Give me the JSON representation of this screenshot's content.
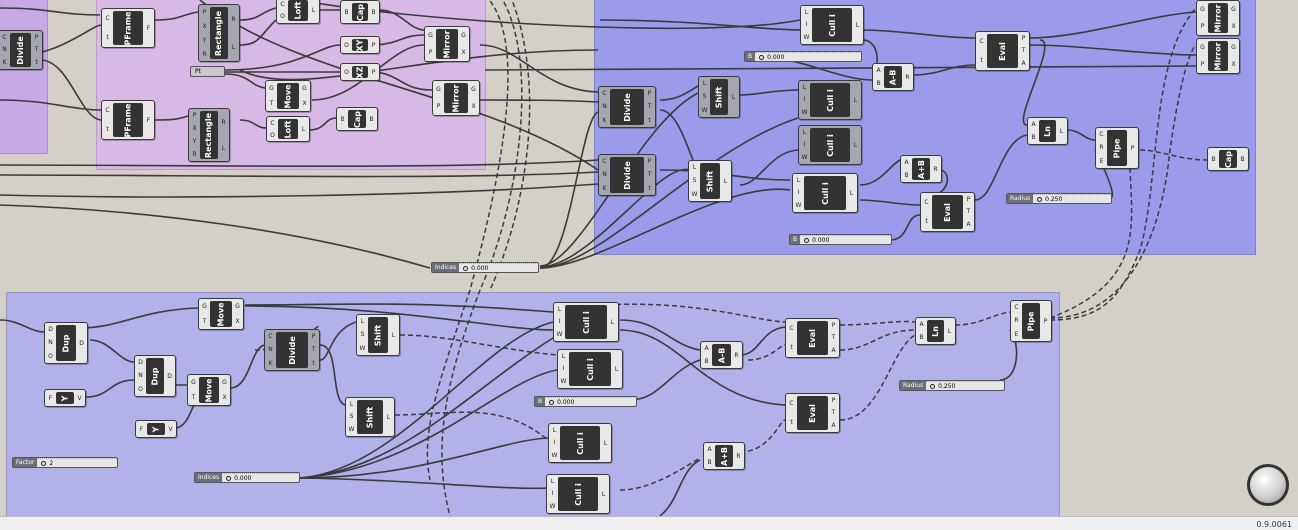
{
  "colors": {
    "canvas": "#d4d0c8",
    "group_violet": "#c7a9e6",
    "group_pink": "#d8b8e4",
    "group_blue": "#9a9ceb",
    "group_lavender": "#b3b1ea"
  },
  "components": [
    {
      "id": "c_divide_l",
      "name": "Divide",
      "inputs": [
        "C",
        "N",
        "K"
      ],
      "outputs": [
        "P",
        "T",
        "t"
      ],
      "dark": true
    },
    {
      "id": "c_pframe1",
      "name": "PFrame",
      "inputs": [
        "C",
        "t"
      ],
      "outputs": [
        "F"
      ]
    },
    {
      "id": "c_rect1",
      "name": "Rectangle",
      "inputs": [
        "P",
        "X",
        "Y",
        "R"
      ],
      "outputs": [
        "R",
        "L"
      ],
      "dark": true
    },
    {
      "id": "c_loft1",
      "name": "Loft",
      "inputs": [
        "C",
        "O"
      ],
      "outputs": [
        "L"
      ]
    },
    {
      "id": "c_cap1",
      "name": "Cap",
      "inputs": [
        "B"
      ],
      "outputs": [
        "B"
      ]
    },
    {
      "id": "c_xy",
      "name": "XY",
      "inputs": [
        "O"
      ],
      "outputs": [
        "P"
      ]
    },
    {
      "id": "c_mirror1",
      "name": "Mirror",
      "inputs": [
        "G",
        "P"
      ],
      "outputs": [
        "G",
        "X"
      ]
    },
    {
      "id": "c_xz",
      "name": "XZ",
      "inputs": [
        "O"
      ],
      "outputs": [
        "P"
      ]
    },
    {
      "id": "c_pframe2",
      "name": "PFrame",
      "inputs": [
        "C",
        "t"
      ],
      "outputs": [
        "F"
      ]
    },
    {
      "id": "c_rect2",
      "name": "Rectangle",
      "inputs": [
        "P",
        "X",
        "Y",
        "R"
      ],
      "outputs": [
        "R",
        "L"
      ],
      "dark": true
    },
    {
      "id": "c_move1",
      "name": "Move",
      "inputs": [
        "G",
        "T"
      ],
      "outputs": [
        "G",
        "X"
      ]
    },
    {
      "id": "c_mirror2",
      "name": "Mirror",
      "inputs": [
        "G",
        "P"
      ],
      "outputs": [
        "G",
        "X"
      ]
    },
    {
      "id": "c_loft2",
      "name": "Loft",
      "inputs": [
        "C",
        "O"
      ],
      "outputs": [
        "L"
      ]
    },
    {
      "id": "c_cap2",
      "name": "Cap",
      "inputs": [
        "B"
      ],
      "outputs": [
        "B"
      ]
    },
    {
      "id": "c_culli1",
      "name": "Cull i",
      "inputs": [
        "L",
        "I",
        "W"
      ],
      "outputs": [
        "L"
      ]
    },
    {
      "id": "c_eval1",
      "name": "Eval",
      "inputs": [
        "C",
        "t"
      ],
      "outputs": [
        "P",
        "T",
        "A"
      ]
    },
    {
      "id": "c_mirror3",
      "name": "Mirror",
      "inputs": [
        "G",
        "P"
      ],
      "outputs": [
        "G",
        "X"
      ]
    },
    {
      "id": "c_mirror4",
      "name": "Mirror",
      "inputs": [
        "G",
        "P"
      ],
      "outputs": [
        "G",
        "X"
      ]
    },
    {
      "id": "c_amb1",
      "name": "A-B",
      "inputs": [
        "A",
        "B"
      ],
      "outputs": [
        "R"
      ]
    },
    {
      "id": "c_divide2",
      "name": "Divide",
      "inputs": [
        "C",
        "N",
        "K"
      ],
      "outputs": [
        "P",
        "T",
        "t"
      ],
      "dark": true
    },
    {
      "id": "c_shift1",
      "name": "Shift",
      "inputs": [
        "L",
        "S",
        "W"
      ],
      "outputs": [
        "L"
      ],
      "dark": true
    },
    {
      "id": "c_culli2",
      "name": "Cull i",
      "inputs": [
        "L",
        "I",
        "W"
      ],
      "outputs": [
        "L"
      ],
      "dark": true
    },
    {
      "id": "c_culli3",
      "name": "Cull i",
      "inputs": [
        "L",
        "I",
        "W"
      ],
      "outputs": [
        "L"
      ],
      "dark": true
    },
    {
      "id": "c_ln1",
      "name": "Ln",
      "inputs": [
        "A",
        "B"
      ],
      "outputs": [
        "L"
      ]
    },
    {
      "id": "c_pipe1",
      "name": "Pipe",
      "inputs": [
        "C",
        "R",
        "E"
      ],
      "outputs": [
        "P"
      ]
    },
    {
      "id": "c_cap3",
      "name": "Cap",
      "inputs": [
        "B"
      ],
      "outputs": [
        "B"
      ]
    },
    {
      "id": "c_divide3",
      "name": "Divide",
      "inputs": [
        "C",
        "N",
        "K"
      ],
      "outputs": [
        "P",
        "T",
        "t"
      ],
      "dark": true
    },
    {
      "id": "c_shift2",
      "name": "Shift",
      "inputs": [
        "L",
        "S",
        "W"
      ],
      "outputs": [
        "L"
      ]
    },
    {
      "id": "c_culli4",
      "name": "Cull i",
      "inputs": [
        "L",
        "I",
        "W"
      ],
      "outputs": [
        "L"
      ]
    },
    {
      "id": "c_apb1",
      "name": "A+B",
      "inputs": [
        "A",
        "B"
      ],
      "outputs": [
        "R"
      ]
    },
    {
      "id": "c_eval2",
      "name": "Eval",
      "inputs": [
        "C",
        "t"
      ],
      "outputs": [
        "P",
        "T",
        "A"
      ]
    },
    {
      "id": "c_move2",
      "name": "Move",
      "inputs": [
        "G",
        "T"
      ],
      "outputs": [
        "G",
        "X"
      ]
    },
    {
      "id": "c_dup1",
      "name": "Dup",
      "inputs": [
        "D",
        "N",
        "O"
      ],
      "outputs": [
        "D"
      ]
    },
    {
      "id": "c_divide4",
      "name": "Divide",
      "inputs": [
        "C",
        "N",
        "K"
      ],
      "outputs": [
        "P",
        "T",
        "t"
      ],
      "dark": true
    },
    {
      "id": "c_shift3",
      "name": "Shift",
      "inputs": [
        "L",
        "S",
        "W"
      ],
      "outputs": [
        "L"
      ]
    },
    {
      "id": "c_culli5",
      "name": "Cull i",
      "inputs": [
        "L",
        "I",
        "W"
      ],
      "outputs": [
        "L"
      ]
    },
    {
      "id": "c_culli6",
      "name": "Cull i",
      "inputs": [
        "L",
        "I",
        "W"
      ],
      "outputs": [
        "L"
      ]
    },
    {
      "id": "c_amb2",
      "name": "A-B",
      "inputs": [
        "A",
        "B"
      ],
      "outputs": [
        "R"
      ]
    },
    {
      "id": "c_eval3",
      "name": "Eval",
      "inputs": [
        "C",
        "t"
      ],
      "outputs": [
        "P",
        "T",
        "A"
      ]
    },
    {
      "id": "c_ln2",
      "name": "Ln",
      "inputs": [
        "A",
        "B"
      ],
      "outputs": [
        "L"
      ]
    },
    {
      "id": "c_pipe2",
      "name": "Pipe",
      "inputs": [
        "C",
        "R",
        "E"
      ],
      "outputs": [
        "P"
      ]
    },
    {
      "id": "c_dup2",
      "name": "Dup",
      "inputs": [
        "D",
        "N",
        "O"
      ],
      "outputs": [
        "D"
      ]
    },
    {
      "id": "c_move3",
      "name": "Move",
      "inputs": [
        "G",
        "T"
      ],
      "outputs": [
        "G",
        "X"
      ]
    },
    {
      "id": "c_y1",
      "name": "Y",
      "inputs": [
        "F"
      ],
      "outputs": [
        "V"
      ]
    },
    {
      "id": "c_shift4",
      "name": "Shift",
      "inputs": [
        "L",
        "S",
        "W"
      ],
      "outputs": [
        "L"
      ]
    },
    {
      "id": "c_eval4",
      "name": "Eval",
      "inputs": [
        "C",
        "t"
      ],
      "outputs": [
        "P",
        "T",
        "A"
      ]
    },
    {
      "id": "c_y2",
      "name": "Y",
      "inputs": [
        "F"
      ],
      "outputs": [
        "V"
      ]
    },
    {
      "id": "c_culli7",
      "name": "Cull i",
      "inputs": [
        "L",
        "I",
        "W"
      ],
      "outputs": [
        "L"
      ]
    },
    {
      "id": "c_apb2",
      "name": "A+B",
      "inputs": [
        "A",
        "B"
      ],
      "outputs": [
        "R"
      ]
    },
    {
      "id": "c_culli8",
      "name": "Cull i",
      "inputs": [
        "L",
        "I",
        "W"
      ],
      "outputs": [
        "L"
      ]
    }
  ],
  "sliders": [
    {
      "id": "s_b1",
      "label": "B",
      "value": "0.000"
    },
    {
      "id": "s_radius1",
      "label": "Radius",
      "value": "0.250"
    },
    {
      "id": "s_b2",
      "label": "B",
      "value": "0.000"
    },
    {
      "id": "s_indices1",
      "label": "Indices",
      "value": "0.000"
    },
    {
      "id": "s_b3",
      "label": "B",
      "value": "0.000"
    },
    {
      "id": "s_radius2",
      "label": "Radius",
      "value": "0.250"
    },
    {
      "id": "s_factor",
      "label": "Factor",
      "value": "2"
    },
    {
      "id": "s_indices2",
      "label": "Indices",
      "value": "0.000"
    }
  ],
  "params": [
    {
      "id": "p_pt",
      "label": "Pt"
    }
  ],
  "status": {
    "version": "0.9.0061"
  },
  "icons": {
    "navigation": "navigation-compass-icon"
  }
}
